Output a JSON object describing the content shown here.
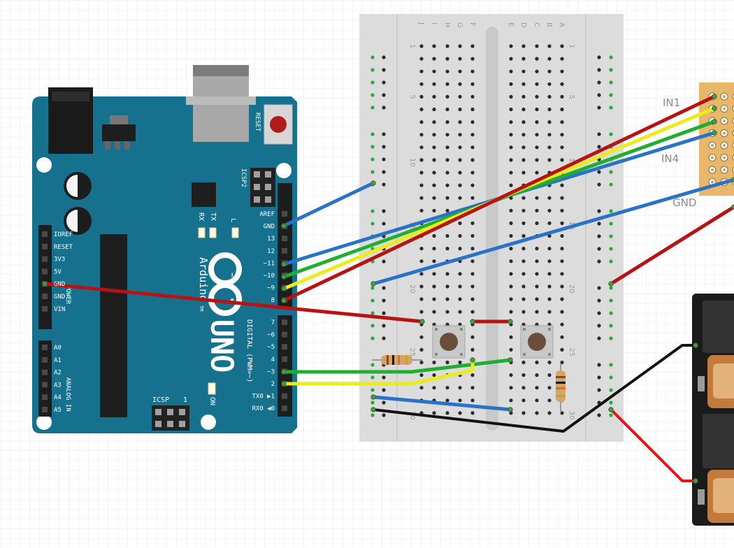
{
  "arduino": {
    "brand": "Arduino",
    "trademark": "TM",
    "model": "UNO",
    "reset_label": "RESET",
    "icsp2_label": "ICSP2",
    "icsp_label": "ICSP",
    "icsp_pin1": "1",
    "tx_label": "TX",
    "rx_label": "RX",
    "l_label": "L",
    "on_label": "ON",
    "digital_label": "DIGITAL (PWM=~)",
    "power_label": "POWER",
    "analog_label": "ANALOG IN",
    "digital_top_pins": [
      "AREF",
      "GND",
      "13",
      "12",
      "~11",
      "~10",
      "~9",
      "8"
    ],
    "digital_bottom_pins": [
      "7",
      "~6",
      "~5",
      "4",
      "~3",
      "2",
      "TX0 ▶1",
      "RX0 ◀0"
    ],
    "power_pins": [
      "IOREF",
      "RESET",
      "3V3",
      "5V",
      "GND",
      "GND",
      "VIN"
    ],
    "analog_pins": [
      "A0",
      "A1",
      "A2",
      "A3",
      "A4",
      "A5"
    ]
  },
  "breadboard": {
    "column_letters_left": [
      "J",
      "I",
      "H",
      "G",
      "F"
    ],
    "column_letters_right": [
      "E",
      "D",
      "C",
      "B",
      "A"
    ],
    "row_numbers": [
      "1",
      "5",
      "10",
      "15",
      "20",
      "25",
      "30"
    ]
  },
  "relay_module": {
    "labels": [
      "IN1",
      "IN4",
      "GND"
    ]
  },
  "colors": {
    "board": "#16718f",
    "wire_red": "#b81313",
    "wire_blue": "#2a72c8",
    "wire_green": "#1fae2d",
    "wire_yellow": "#ecec1a",
    "wire_black": "#111111",
    "wire_bright_red": "#e61414"
  }
}
